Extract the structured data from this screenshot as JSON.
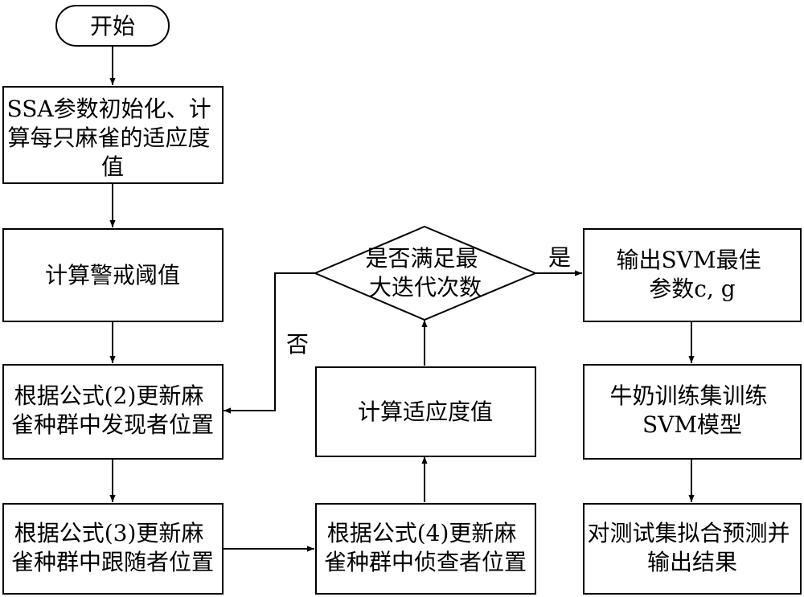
{
  "diagram": {
    "nodes": {
      "start": {
        "lines": [
          "开始"
        ]
      },
      "init": {
        "lines": [
          "SSA参数初始化、计",
          "算每只麻雀的适应度",
          "值"
        ]
      },
      "threshold": {
        "lines": [
          "计算警戒阈值"
        ]
      },
      "update_discoverer": {
        "lines": [
          "根据公式(2)更新麻",
          "雀种群中发现者位置"
        ]
      },
      "update_follower": {
        "lines": [
          "根据公式(3)更新麻",
          "雀种群中跟随者位置"
        ]
      },
      "update_scout": {
        "lines": [
          "根据公式(4)更新麻",
          "雀种群中侦查者位置"
        ]
      },
      "fitness": {
        "lines": [
          "计算适应度值"
        ]
      },
      "decision": {
        "lines": [
          "是否满足最",
          "大迭代次数"
        ]
      },
      "output_params": {
        "lines": [
          "输出SVM最佳",
          "参数c, g"
        ]
      },
      "train": {
        "lines": [
          "牛奶训练集训练",
          "SVM模型"
        ]
      },
      "predict": {
        "lines": [
          "对测试集拟合预测并",
          "输出结果"
        ]
      }
    },
    "edge_labels": {
      "yes": "是",
      "no": "否"
    }
  }
}
